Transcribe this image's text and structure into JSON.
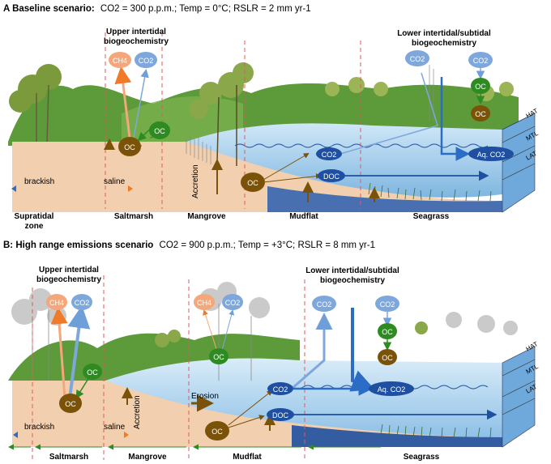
{
  "panel_a": {
    "title_bold": "A Baseline scenario:",
    "title_rest": "CO2 = 300 p.p.m.; Temp = 0°C; RSLR = 2 mm yr-1",
    "header_left_1": "Upper intertidal",
    "header_left_2": "biogeochemistry",
    "header_right_1": "Lower intertidal/subtidal",
    "header_right_2": "biogeochemistry",
    "zones": [
      "Supratidal",
      "zone",
      "Saltmarsh",
      "Mangrove",
      "Mudflat",
      "Seagrass"
    ],
    "salinity_left": "brackish",
    "salinity_right": "saline",
    "accretion": "Accretion",
    "tide_levels": [
      "HAT",
      "MTL",
      "LAT"
    ],
    "pools": {
      "oc": "OC",
      "co2": "CO2",
      "ch4": "CH4",
      "doc": "DOC",
      "aq_co2": "Aq. CO2"
    }
  },
  "panel_b": {
    "title_bold": "B: High range emissions scenario",
    "title_rest": "CO2 = 900 p.p.m.; Temp = +3°C; RSLR = 8 mm yr-1",
    "header_left_1": "Upper intertidal",
    "header_left_2": "biogeochemistry",
    "header_right_1": "Lower intertidal/subtidal",
    "header_right_2": "biogeochemistry",
    "zones": [
      "Saltmarsh",
      "Mangrove",
      "Mudflat",
      "Seagrass"
    ],
    "salinity_left": "brackish",
    "salinity_right": "saline",
    "accretion": "Accretion",
    "erosion": "Erosion",
    "tide_levels": [
      "HAT",
      "MTL",
      "LAT"
    ]
  },
  "colors": {
    "oc": "#7a5208",
    "oc_green": "#2e8b22",
    "co2_light": "#7ea7dc",
    "ch4": "#f4a77a",
    "doc_dark": "#1f4fa0",
    "sand": "#f2cfae",
    "water": "#a9d3ee",
    "hill": "#5d9a3a",
    "dashed": "#e05a5a"
  }
}
